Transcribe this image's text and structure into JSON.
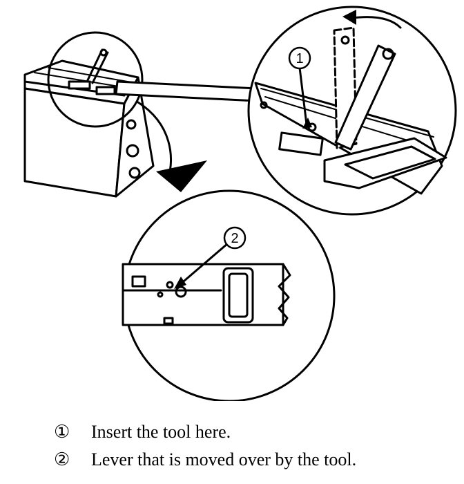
{
  "diagram": {
    "callouts": [
      {
        "id": "1"
      },
      {
        "id": "2"
      }
    ]
  },
  "legend": [
    {
      "marker": "①",
      "text": "Insert the tool here."
    },
    {
      "marker": "②",
      "text": "Lever that is moved over by the tool."
    }
  ]
}
